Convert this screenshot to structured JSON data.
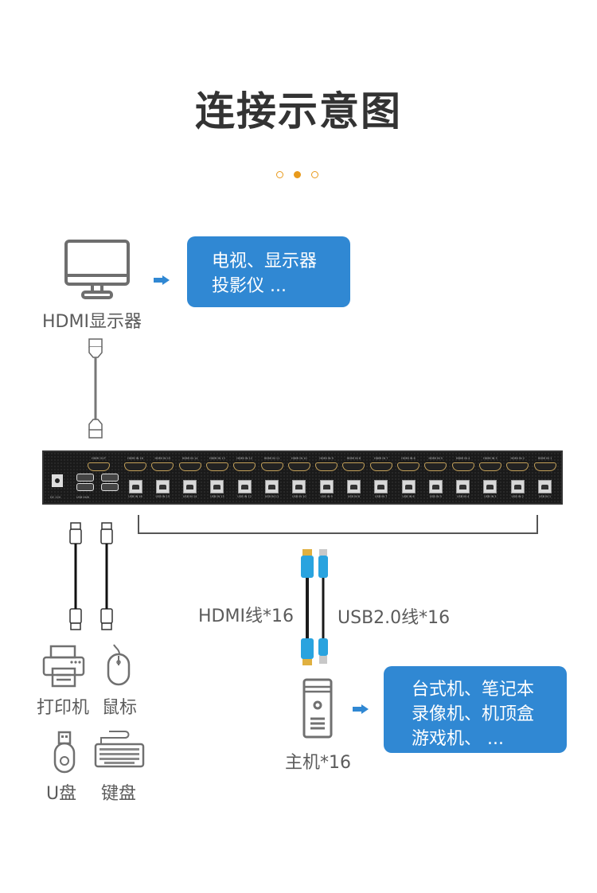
{
  "title": "连接示意图",
  "pager": {
    "count": 3,
    "active_index": 1,
    "color": "#e89a1c"
  },
  "display": {
    "icon": "monitor-icon",
    "label": "HDMI显示器",
    "arrow_icon": "arrow-right-icon",
    "box_lines": [
      "电视、显示器",
      "投影仪  ..."
    ]
  },
  "kvm_switch": {
    "power_label": "DC 12V",
    "usb_hub_label": "USB HUB",
    "hdmi_out_label": "HDMI OUT",
    "hdmi_in_labels": [
      "HDMI IN 16",
      "HDMI IN 15",
      "HDMI IN 14",
      "HDMI IN 13",
      "HDMI IN 12",
      "HDMI IN 11",
      "HDMI IN 10",
      "HDMI IN 9",
      "HDMI IN 8",
      "HDMI IN 7",
      "HDMI IN 6",
      "HDMI IN 5",
      "HDMI IN 4",
      "HDMI IN 3",
      "HDMI IN 2",
      "HDMI IN 1"
    ],
    "usb_in_labels": [
      "USB IN 16",
      "USB IN 15",
      "USB IN 14",
      "USB IN 13",
      "USB IN 12",
      "USB IN 11",
      "USB IN 10",
      "USB IN 9",
      "USB IN 8",
      "USB IN 7",
      "USB IN 6",
      "USB IN 5",
      "USB IN 4",
      "USB IN 3",
      "USB IN 2",
      "USB IN 1"
    ],
    "accent_color": "#3088d3"
  },
  "cables": {
    "hdmi_label": "HDMI线*16",
    "usb_label": "USB2.0线*16",
    "cable_color": "#29a3df"
  },
  "peripherals": [
    {
      "icon": "printer-icon",
      "label": "打印机"
    },
    {
      "icon": "mouse-icon",
      "label": "鼠标"
    },
    {
      "icon": "usb-drive-icon",
      "label": "U盘"
    },
    {
      "icon": "keyboard-icon",
      "label": "键盘"
    }
  ],
  "host": {
    "icon": "pc-tower-icon",
    "label": "主机*16",
    "arrow_icon": "arrow-right-icon",
    "box_lines": [
      "台式机、笔记本",
      "录像机、机顶盒",
      "游戏机、  ..."
    ]
  }
}
